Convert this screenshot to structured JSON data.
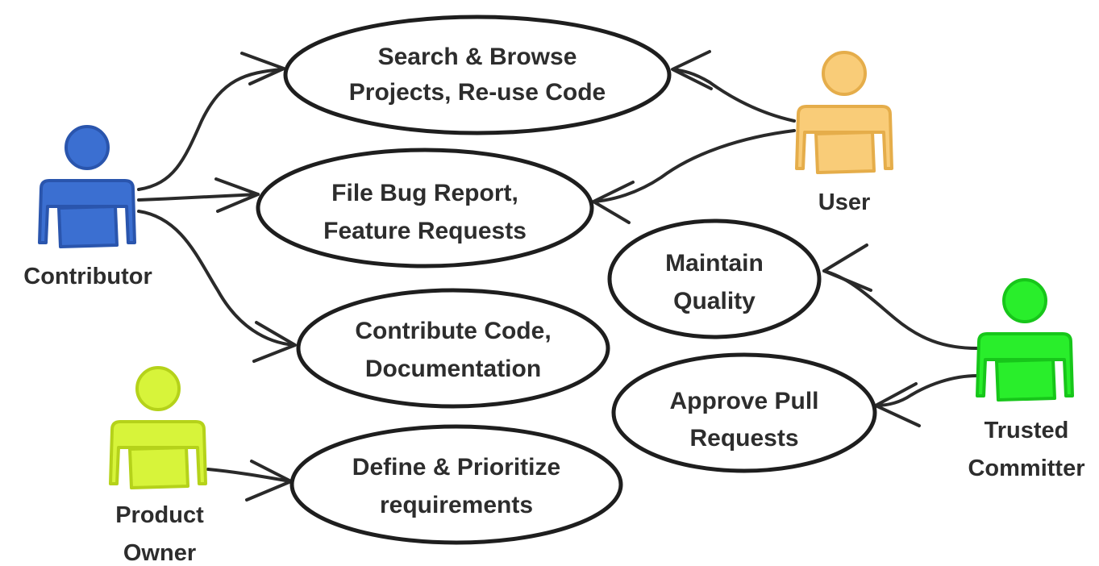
{
  "actors": [
    {
      "id": "contributor",
      "lines": [
        "Contributor"
      ],
      "color": "#3b6fd1",
      "stroke": "#2a55ad"
    },
    {
      "id": "user",
      "lines": [
        "User"
      ],
      "color": "#f9cc78",
      "stroke": "#e5ad4a"
    },
    {
      "id": "product-owner",
      "lines": [
        "Product",
        "Owner"
      ],
      "color": "#d7f43a",
      "stroke": "#b5d21a"
    },
    {
      "id": "trusted-committer",
      "lines": [
        "Trusted",
        "Committer"
      ],
      "color": "#29ee2b",
      "stroke": "#17c61a"
    }
  ],
  "use_cases": [
    {
      "id": "search-browse",
      "lines": [
        "Search & Browse",
        "Projects, Re-use Code"
      ]
    },
    {
      "id": "file-bug",
      "lines": [
        "File Bug Report,",
        "Feature Requests"
      ]
    },
    {
      "id": "contribute-code",
      "lines": [
        "Contribute Code,",
        "Documentation"
      ]
    },
    {
      "id": "define-prioritize",
      "lines": [
        "Define & Prioritize",
        "requirements"
      ]
    },
    {
      "id": "maintain-quality",
      "lines": [
        "Maintain",
        "Quality"
      ]
    },
    {
      "id": "approve-pull",
      "lines": [
        "Approve Pull",
        "Requests"
      ]
    }
  ],
  "associations": [
    {
      "from": "contributor",
      "to": "search-browse"
    },
    {
      "from": "contributor",
      "to": "file-bug"
    },
    {
      "from": "contributor",
      "to": "contribute-code"
    },
    {
      "from": "user",
      "to": "search-browse"
    },
    {
      "from": "user",
      "to": "file-bug"
    },
    {
      "from": "product-owner",
      "to": "define-prioritize"
    },
    {
      "from": "trusted-committer",
      "to": "maintain-quality"
    },
    {
      "from": "trusted-committer",
      "to": "approve-pull"
    }
  ]
}
